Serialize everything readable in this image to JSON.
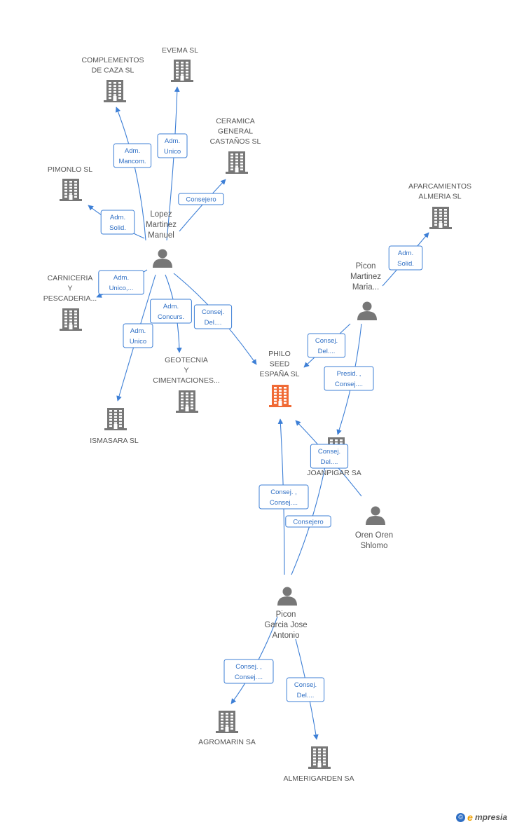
{
  "colors": {
    "edge": "#3d7fd6",
    "building": "#777777",
    "highlight": "#f06a35",
    "person": "#777777"
  },
  "nodes": [
    {
      "id": "complementos",
      "type": "company",
      "lines": [
        "COMPLEMENTOS",
        "DE CAZA SL"
      ]
    },
    {
      "id": "evema",
      "type": "company",
      "lines": [
        "EVEMA SL"
      ]
    },
    {
      "id": "ceramica",
      "type": "company",
      "lines": [
        "CERAMICA",
        "GENERAL",
        "CASTAÑOS SL"
      ]
    },
    {
      "id": "pimonlo",
      "type": "company",
      "lines": [
        "PIMONLO SL"
      ]
    },
    {
      "id": "aparcamientos",
      "type": "company",
      "lines": [
        "APARCAMIENTOS",
        "ALMERIA SL"
      ]
    },
    {
      "id": "carniceria",
      "type": "company",
      "lines": [
        "CARNICERIA",
        "Y",
        "PESCADERIA..."
      ]
    },
    {
      "id": "philo",
      "type": "company",
      "highlight": true,
      "lines": [
        "PHILO",
        "SEED",
        "ESPAÑA SL"
      ]
    },
    {
      "id": "geotecnia",
      "type": "company",
      "lines": [
        "GEOTECNIA",
        "Y",
        "CIMENTACIONES..."
      ]
    },
    {
      "id": "ismasara",
      "type": "company",
      "lines": [
        "ISMASARA  SL"
      ]
    },
    {
      "id": "joanpigar",
      "type": "company",
      "lines": [
        "JOANPIGAR SA"
      ]
    },
    {
      "id": "agromarin",
      "type": "company",
      "lines": [
        "AGROMARIN SA"
      ]
    },
    {
      "id": "almerigarden",
      "type": "company",
      "lines": [
        "ALMERIGARDEN SA"
      ]
    },
    {
      "id": "lopez",
      "type": "person",
      "lines": [
        "Lopez",
        "Martinez",
        "Manuel"
      ]
    },
    {
      "id": "picon_maria",
      "type": "person",
      "lines": [
        "Picon",
        "Martinez",
        "Maria..."
      ]
    },
    {
      "id": "oren",
      "type": "person",
      "lines": [
        "Oren Oren",
        "Shlomo"
      ]
    },
    {
      "id": "picon_jose",
      "type": "person",
      "lines": [
        "Picon",
        "Garcia Jose",
        "Antonio"
      ]
    }
  ],
  "relations": [
    {
      "from": "lopez",
      "to": "complementos",
      "lines": [
        "Adm.",
        "Mancom."
      ]
    },
    {
      "from": "lopez",
      "to": "evema",
      "lines": [
        "Adm.",
        "Unico"
      ]
    },
    {
      "from": "lopez",
      "to": "ceramica",
      "lines": [
        "Consejero"
      ]
    },
    {
      "from": "lopez",
      "to": "pimonlo",
      "lines": [
        "Adm.",
        "Solid."
      ]
    },
    {
      "from": "lopez",
      "to": "carniceria",
      "lines": [
        "Adm.",
        "Unico,..."
      ]
    },
    {
      "from": "lopez",
      "to": "geotecnia",
      "lines": [
        "Adm.",
        "Concurs."
      ]
    },
    {
      "from": "lopez",
      "to": "ismasara",
      "lines": [
        "Adm.",
        "Unico"
      ]
    },
    {
      "from": "lopez",
      "to": "philo",
      "lines": [
        "Consej.",
        "Del...."
      ]
    },
    {
      "from": "picon_maria",
      "to": "aparcamientos",
      "lines": [
        "Adm.",
        "Solid."
      ]
    },
    {
      "from": "picon_maria",
      "to": "philo",
      "lines": [
        "Consej.",
        "Del...."
      ]
    },
    {
      "from": "picon_maria",
      "to": "joanpigar",
      "lines": [
        "Presid. ,",
        "Consej...."
      ]
    },
    {
      "from": "oren",
      "to": "philo",
      "lines": [
        "Consej.",
        "Del...."
      ]
    },
    {
      "from": "picon_jose",
      "to": "philo",
      "lines": [
        "Consej. ,",
        "Consej...."
      ]
    },
    {
      "from": "picon_jose",
      "to": "joanpigar",
      "lines": [
        "Consejero"
      ]
    },
    {
      "from": "picon_jose",
      "to": "agromarin",
      "lines": [
        "Consej. ,",
        "Consej...."
      ]
    },
    {
      "from": "picon_jose",
      "to": "almerigarden",
      "lines": [
        "Consej.",
        "Del...."
      ]
    }
  ],
  "footer": {
    "copyright": "©",
    "brand_first": "e",
    "brand_rest": "mpresia"
  }
}
